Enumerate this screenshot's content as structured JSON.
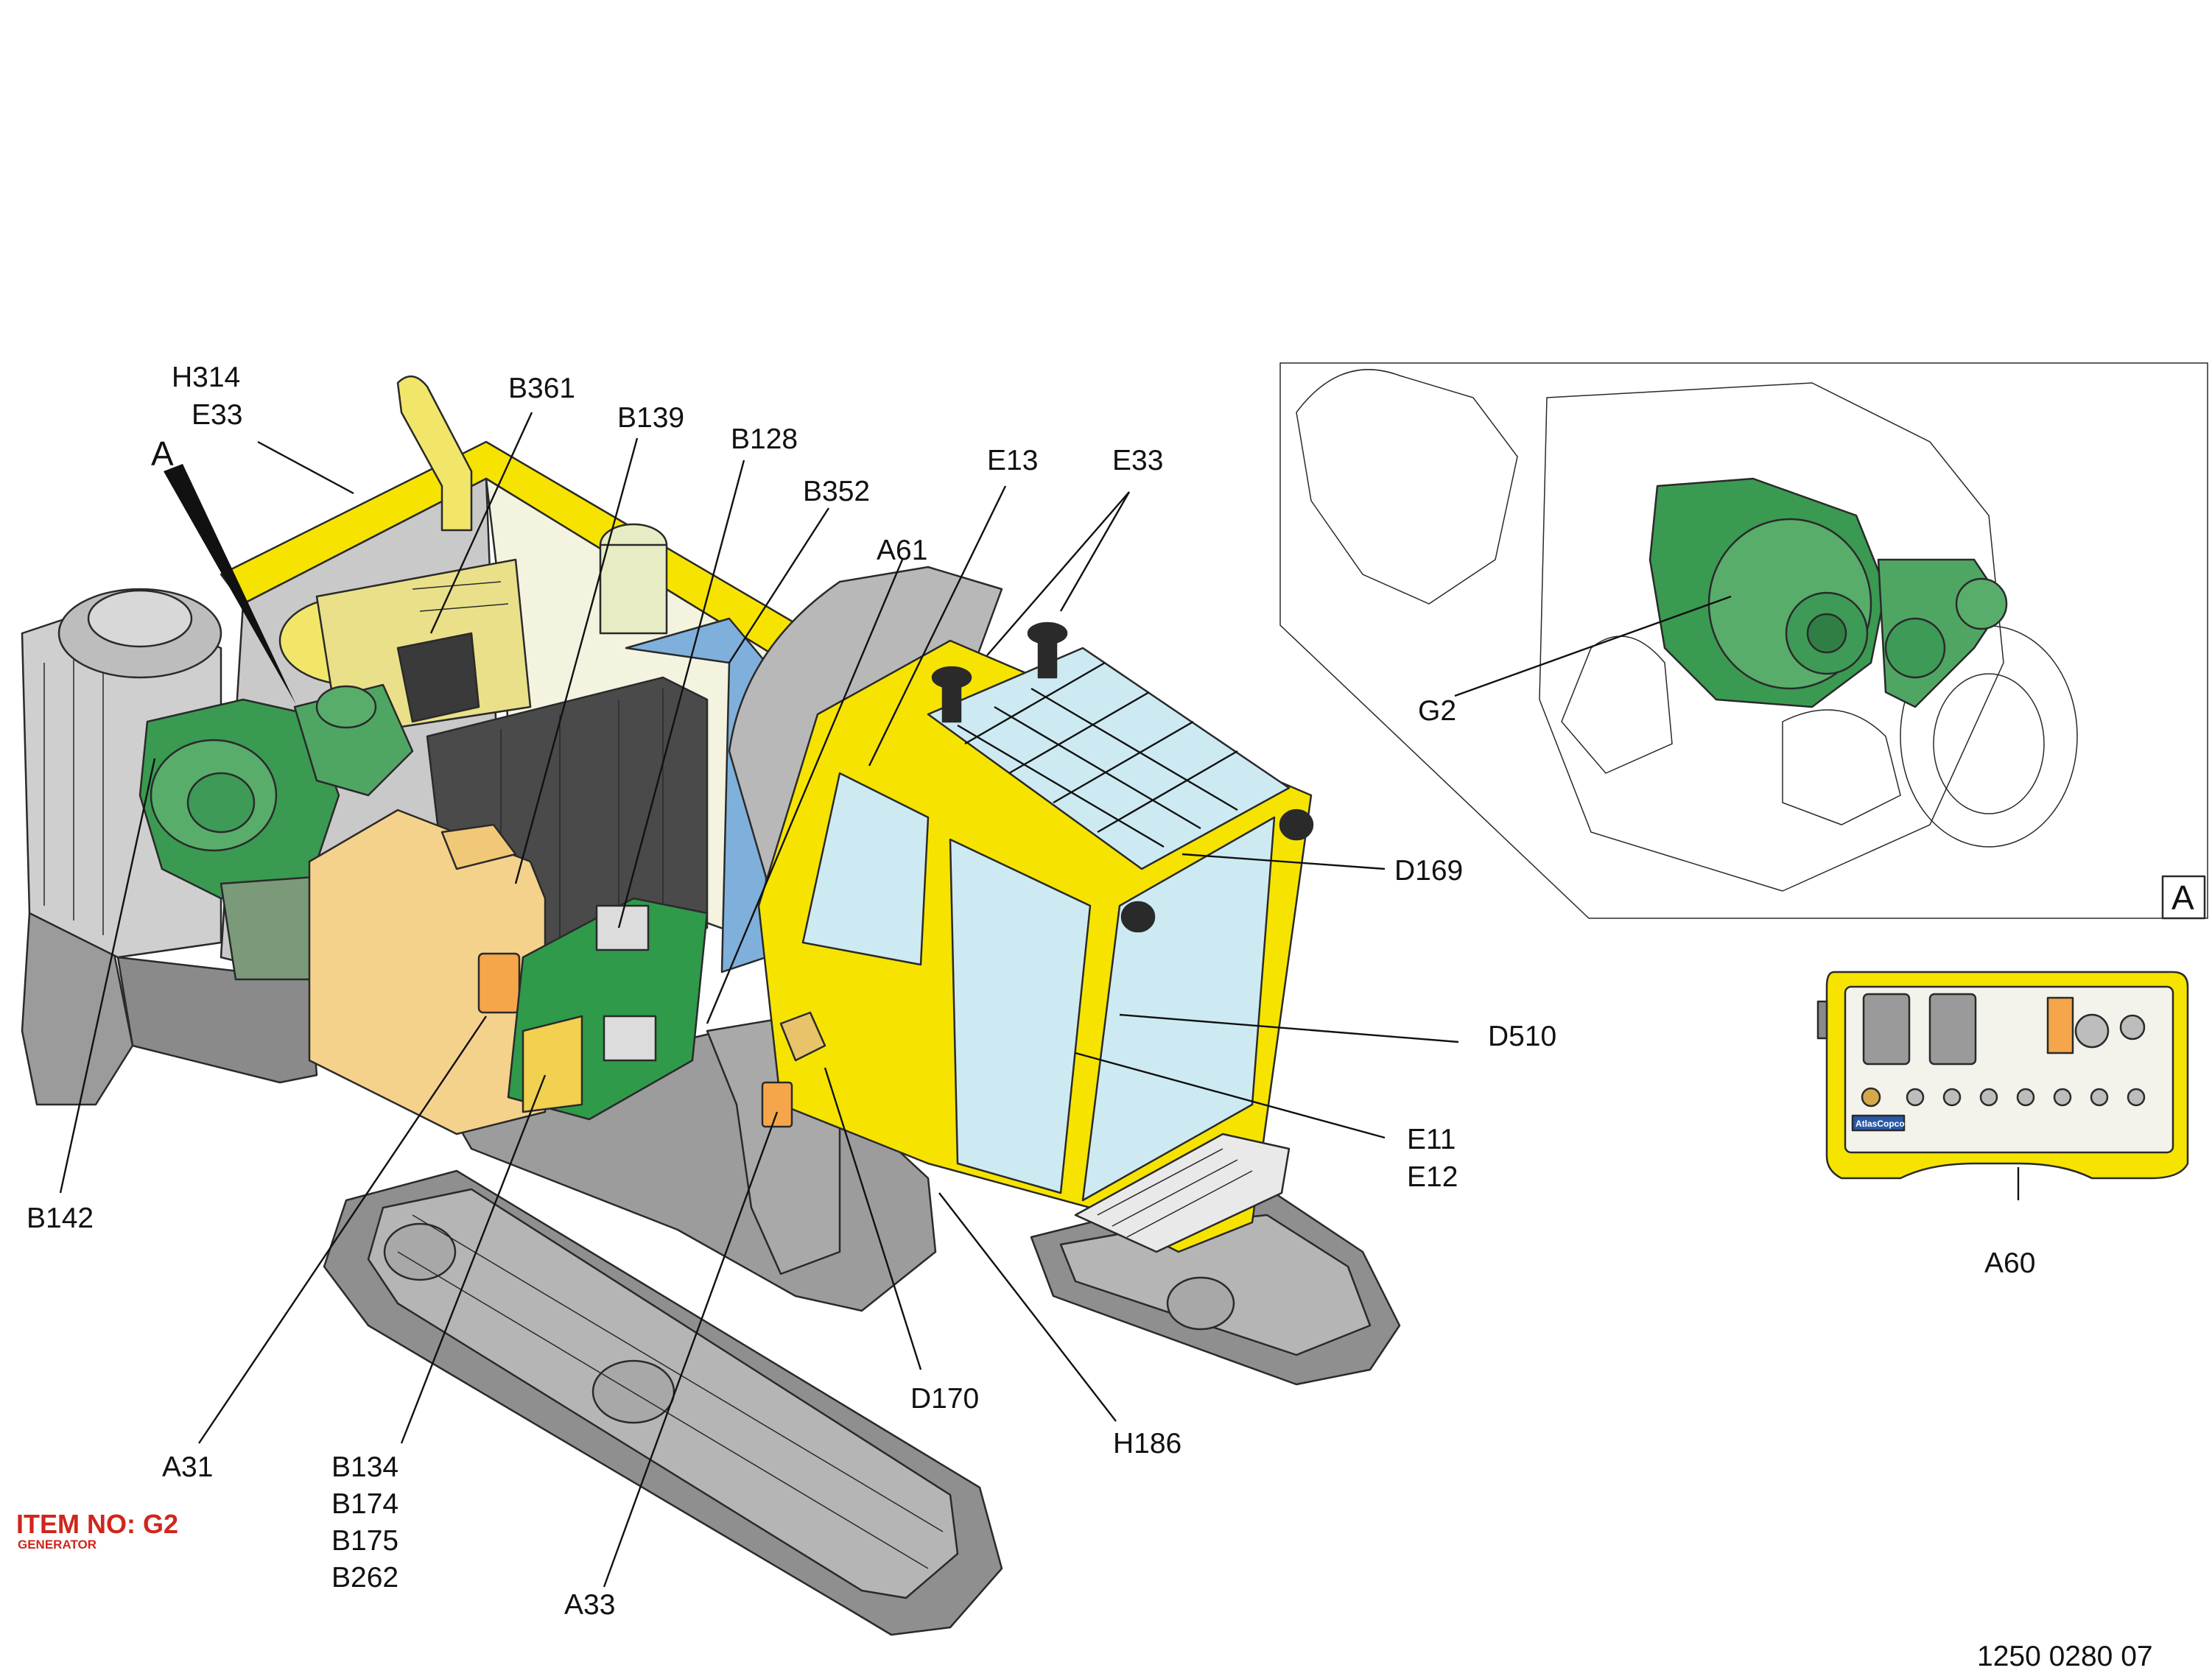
{
  "callouts": {
    "h314": "H314",
    "e33_left": "E33",
    "a_main": "A",
    "b361": "B361",
    "b139": "B139",
    "b128": "B128",
    "b352": "B352",
    "a61": "A61",
    "e13": "E13",
    "e33_right": "E33",
    "g2": "G2",
    "d169": "D169",
    "d510": "D510",
    "e11": "E11",
    "e12": "E12",
    "a60": "A60",
    "b142": "B142",
    "d170": "D170",
    "h186": "H186",
    "a31": "A31",
    "b134": "B134",
    "b174": "B174",
    "b175": "B175",
    "b262": "B262",
    "a33": "A33"
  },
  "detail_view_label": "A",
  "item": {
    "number": "ITEM NO: G2",
    "name": "GENERATOR"
  },
  "document_number": "1250 0280 07",
  "panel_brand": "AtlasCopco",
  "colors": {
    "highlight_green": "#3a9a52",
    "body_yellow": "#f6e400",
    "glass": "#cdeaf2",
    "track_grey": "#9a9a9a",
    "enclosure_grey": "#c8c8c8",
    "beige": "#f5d28c",
    "orange": "#f5a64a",
    "blue_hose": "#7fb0dc",
    "item_red": "#d0261c"
  }
}
